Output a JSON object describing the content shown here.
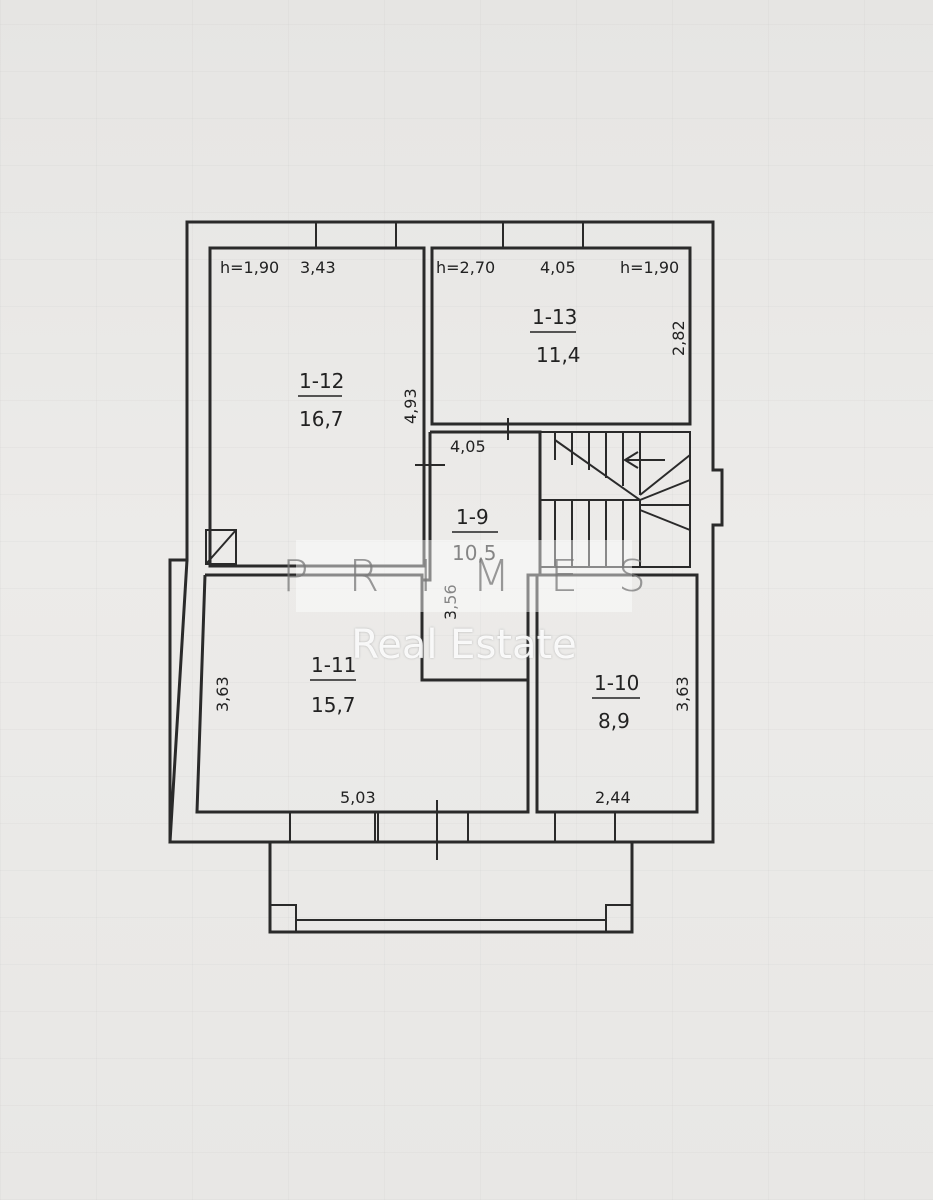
{
  "rooms": [
    {
      "id": "1-12",
      "area": "16,7"
    },
    {
      "id": "1-13",
      "area": "11,4"
    },
    {
      "id": "1-9",
      "area": "10,5"
    },
    {
      "id": "1-11",
      "area": "15,7"
    },
    {
      "id": "1-10",
      "area": "8,9"
    }
  ],
  "dims": {
    "h_left": "h=1,90",
    "w_1_12": "3,43",
    "h_mid": "h=2,70",
    "w_1_13": "4,05",
    "h_right": "h=1,90",
    "d_1_13_side": "2,82",
    "d_1_12_side": "4,93",
    "w_1_9": "4,05",
    "d_1_9_side": "3,56",
    "d_1_11_side": "3,63",
    "d_1_10_side": "3,63",
    "w_1_11": "5,03",
    "w_1_10": "2,44"
  },
  "watermark": {
    "logo": "PRIMES",
    "sub": "Real Estate"
  },
  "colors": {
    "ink": "#2a2a2a",
    "paper": "#e9e8e6"
  }
}
